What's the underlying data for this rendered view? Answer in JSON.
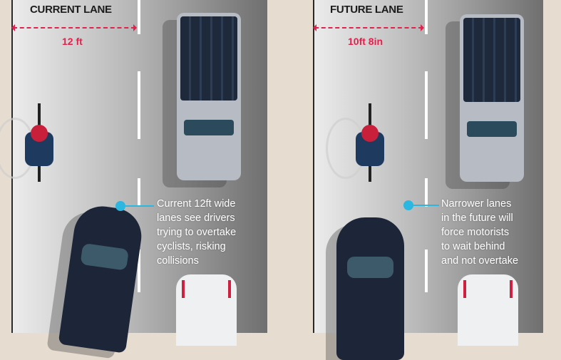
{
  "current": {
    "title": "CURRENT LANE",
    "width": "12 ft",
    "note": [
      "Current 12ft wide",
      "lanes see drivers",
      "trying to overtake",
      "cyclists, risking",
      "collisions"
    ]
  },
  "future": {
    "title": "FUTURE LANE",
    "width": "10ft 8in",
    "note": [
      "Narrower lanes",
      "in the future will",
      "force motorists",
      "to wait behind",
      "and not overtake"
    ]
  },
  "colors": {
    "measure": "#e0224c",
    "callout": "#2bb7e0",
    "beige": "#e6dccf"
  }
}
